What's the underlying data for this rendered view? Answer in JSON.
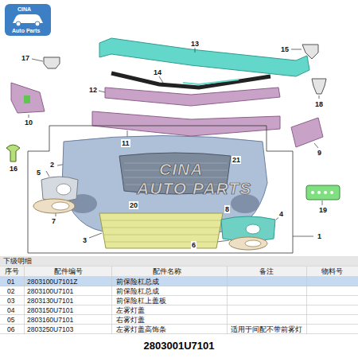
{
  "diagram": {
    "labels": [
      "CINA",
      "Auto Parts",
      "13",
      "15",
      "17",
      "14",
      "12",
      "18",
      "10",
      "11",
      "9",
      "16",
      "2",
      "21",
      "5",
      "20",
      "4",
      "7",
      "19",
      "3",
      "8",
      "6",
      "1",
      "CINA",
      "AUTO PARTS",
      "下级明细",
      "序号",
      "配件编号",
      "配件名称",
      "备注",
      "物料号",
      "01",
      "2803100U7101Z",
      "前保险杠总成",
      "02",
      "2803100U7101",
      "前保险杠总成",
      "03",
      "2803130U7101",
      "前保险杠上盖板",
      "04",
      "2803150U7101",
      "左雾灯盖",
      "05",
      "2803160U7101",
      "右雾灯盖",
      "06",
      "2803250U7103",
      "左雾灯盖高饰条",
      "适用于间配不带前雾灯",
      "2803001U7101"
    ]
  }
}
